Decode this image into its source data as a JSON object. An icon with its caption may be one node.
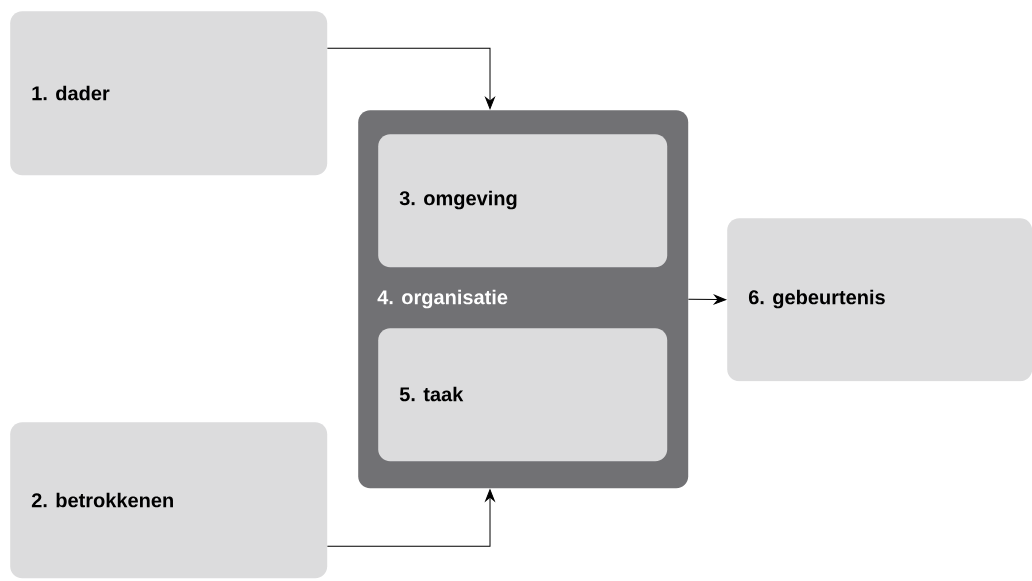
{
  "diagram": {
    "nodes": [
      {
        "text": [
          "1. dader"
        ]
      },
      {
        "text": [
          "2. betrokkenen"
        ]
      },
      {
        "text": [
          "4. organisatie"
        ]
      },
      {
        "text": [
          "3. omgeving"
        ],
        "in": 2
      },
      {
        "text": [
          "5. taak"
        ],
        "in": 2
      },
      {
        "text": [
          "6. gebeurtenis"
        ]
      }
    ],
    "edges": [
      {
        "from": 0,
        "to": 2,
        "arrow": "to"
      },
      {
        "from": 1,
        "to": 2,
        "arrow": "to"
      },
      {
        "from": 2,
        "to": 5,
        "arrow": "to"
      }
    ]
  }
}
